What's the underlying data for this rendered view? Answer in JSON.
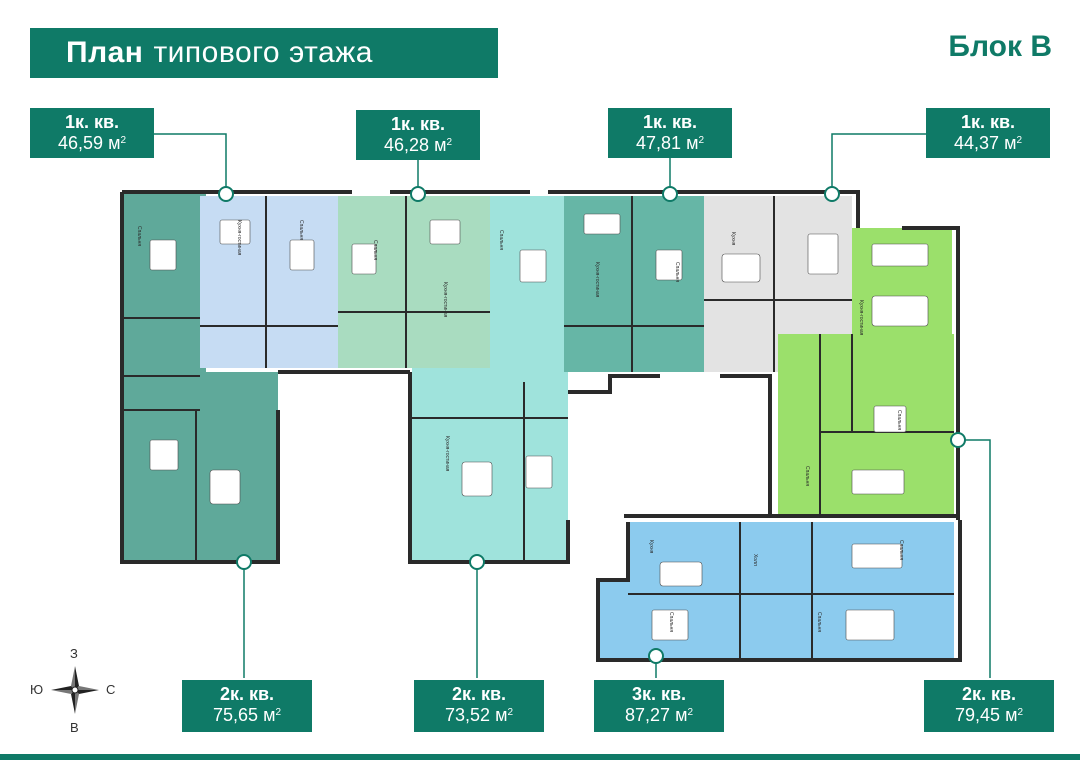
{
  "header": {
    "title_bold": "План",
    "title_light": "типового этажа",
    "block": "Блок В"
  },
  "units": {
    "area_unit": "м",
    "area_sup": "2"
  },
  "apartments": [
    {
      "id": "top1",
      "type": "1к. кв.",
      "area": "46,59"
    },
    {
      "id": "top2",
      "type": "1к. кв.",
      "area": "46,28"
    },
    {
      "id": "top3",
      "type": "1к. кв.",
      "area": "47,81"
    },
    {
      "id": "top4",
      "type": "1к. кв.",
      "area": "44,37"
    },
    {
      "id": "bot1",
      "type": "2к. кв.",
      "area": "75,65"
    },
    {
      "id": "bot2",
      "type": "2к. кв.",
      "area": "73,52"
    },
    {
      "id": "bot3",
      "type": "3к. кв.",
      "area": "87,27"
    },
    {
      "id": "bot4",
      "type": "2к. кв.",
      "area": "79,45"
    }
  ],
  "compass": {
    "north": "З",
    "south": "В",
    "west": "Ю",
    "east": "С"
  },
  "colors": {
    "brand": "#0f7a67",
    "teal_dark": "#5fa99a",
    "blue_light": "#c6dcf3",
    "green_mint": "#a9dcc0",
    "teal_light": "#9fe3dc",
    "teal_mid": "#66b6a6",
    "grey": "#e3e3e3",
    "lime": "#9be06b",
    "blue": "#8ccbee",
    "wall": "#2a2a2a"
  }
}
